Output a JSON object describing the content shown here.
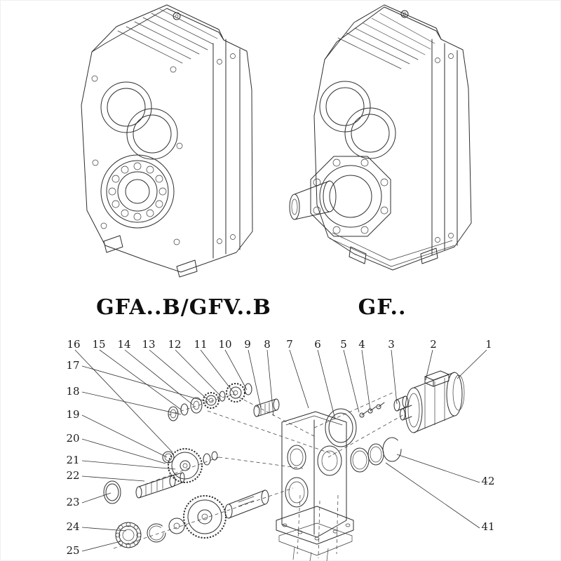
{
  "page": {
    "background": "#ffffff",
    "line_color": "#2e2e2e"
  },
  "models": [
    {
      "label": "GFA..B/GFV..B"
    },
    {
      "label": "GF.."
    }
  ],
  "exploded_view": {
    "callouts_top": [
      "16",
      "15",
      "14",
      "13",
      "12",
      "11",
      "10",
      "9",
      "8",
      "7",
      "6",
      "5",
      "4",
      "3",
      "2",
      "1"
    ],
    "callouts_left": [
      "17",
      "18",
      "19",
      "20",
      "21",
      "22",
      "23",
      "24",
      "25"
    ],
    "callouts_right": [
      "42",
      "41"
    ]
  }
}
